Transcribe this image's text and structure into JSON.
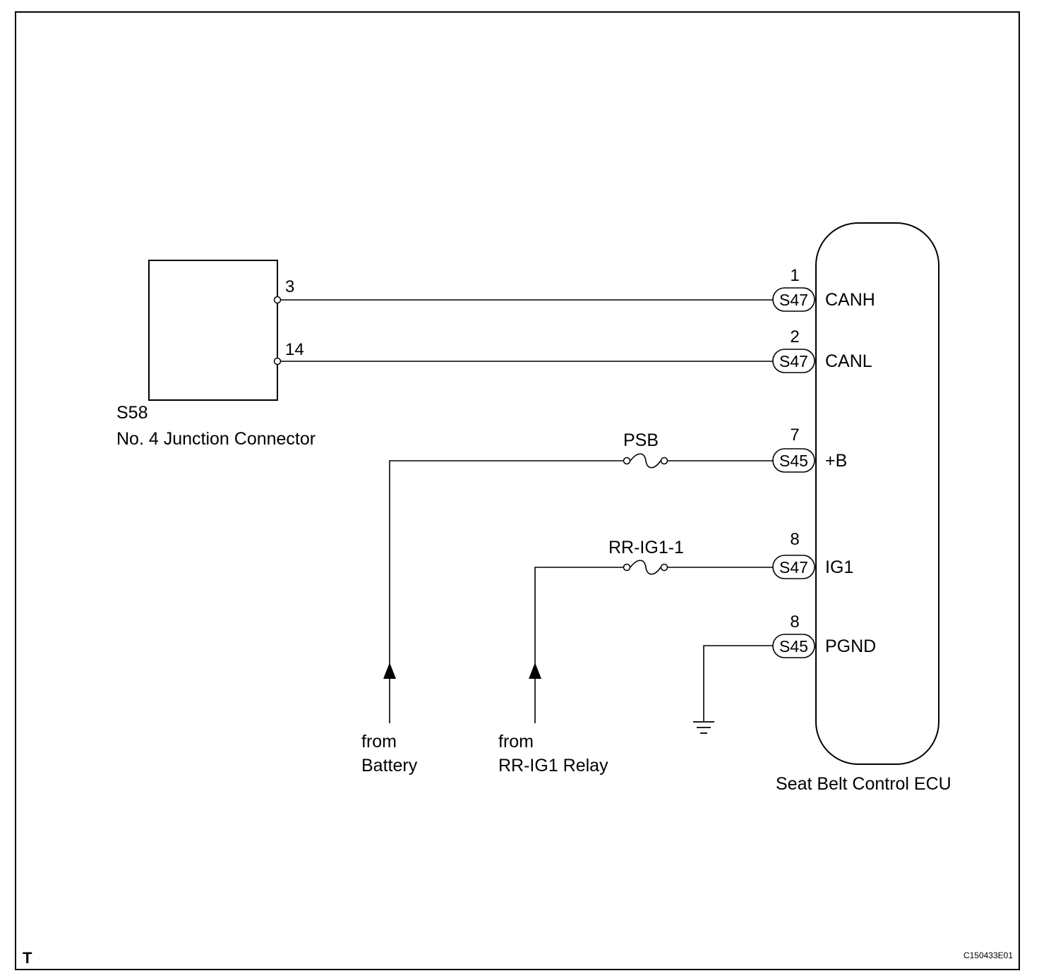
{
  "junction": {
    "code": "S58",
    "name": "No. 4 Junction Connector",
    "pins": [
      "3",
      "14"
    ]
  },
  "ecu": {
    "name": "Seat Belt Control ECU",
    "terminals": [
      {
        "pin": "1",
        "connector": "S47",
        "signal": "CANH"
      },
      {
        "pin": "2",
        "connector": "S47",
        "signal": "CANL"
      },
      {
        "pin": "7",
        "connector": "S45",
        "signal": "+B"
      },
      {
        "pin": "8",
        "connector": "S47",
        "signal": "IG1"
      },
      {
        "pin": "8",
        "connector": "S45",
        "signal": "PGND"
      }
    ]
  },
  "fuses": [
    {
      "name": "PSB"
    },
    {
      "name": "RR-IG1-1"
    }
  ],
  "sources": [
    {
      "line1": "from",
      "line2": "Battery"
    },
    {
      "line1": "from",
      "line2": "RR-IG1 Relay"
    }
  ],
  "footer": {
    "left_mark": "T",
    "figure_code": "C150433E01"
  },
  "icons": [
    "ground-icon",
    "arrow-up-icon",
    "fuse-icon"
  ]
}
